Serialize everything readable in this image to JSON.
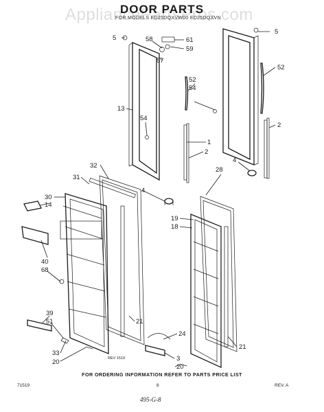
{
  "title": "DOOR PARTS",
  "subtitle": "FOR MODELS ED25DQXVW00 ED25DQXVN",
  "watermark": "AppliancePartsPros.com",
  "footer_note": "FOR ORDERING INFORMATION REFER TO PARTS PRICE LIST",
  "footer_left": "71519",
  "footer_center": "8",
  "footer_right": "REV. A",
  "handwritten_note": "495-G-8",
  "rev_stamp": "REV 1519",
  "callouts": [
    "5",
    "58",
    "61",
    "59",
    "57",
    "13",
    "54",
    "52",
    "54",
    "1",
    "2",
    "5",
    "52",
    "2",
    "4",
    "28",
    "32",
    "31",
    "4",
    "30",
    "14",
    "19",
    "18",
    "40",
    "68",
    "39",
    "51",
    "33",
    "20",
    "21",
    "24",
    "3",
    "20",
    "21"
  ]
}
